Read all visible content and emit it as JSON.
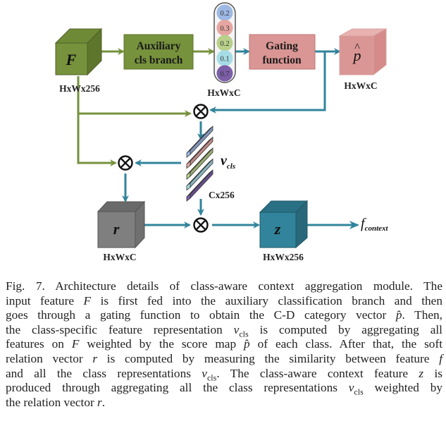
{
  "diagram": {
    "nodes": {
      "F": {
        "symbol": "F",
        "dim": "HxWx256"
      },
      "aux": {
        "line1": "Auxiliary",
        "line2": "cls branch"
      },
      "score_vector": {
        "values": [
          "0.2",
          "0.3",
          "0.2",
          "0.1",
          "0.7"
        ],
        "dim": "HxWxC"
      },
      "gating": {
        "line1": "Gating",
        "line2": "function"
      },
      "p_hat": {
        "symbol": "p",
        "accent": "^",
        "dim": "HxWxC"
      },
      "v_cls": {
        "symbol": "v",
        "subscript": "cls",
        "dim": "Cx256"
      },
      "r": {
        "symbol": "r",
        "dim": "HxWxC"
      },
      "z": {
        "symbol": "z",
        "dim": "HxWx256"
      },
      "f_context": {
        "symbol": "f",
        "subscript": "context"
      }
    },
    "operators": {
      "multiply_symbol": "⊗"
    },
    "colors": {
      "green": "#76923c",
      "green_dark": "#4f6228",
      "teal": "#31849b",
      "teal_dark": "#205867",
      "pink": "#da9694",
      "gray": "#7f7f7f",
      "slot_colors": [
        "#9db8e4",
        "#e6a5a0",
        "#b8d08a",
        "#a6dce6",
        "#7b5ea7"
      ]
    }
  },
  "caption": {
    "label": "Fig. 7.",
    "lines": [
      [
        "Fig. 7.   Architecture details of class-aware context aggregation module. The"
      ],
      [
        "input feature ",
        {
          "i": "F"
        },
        " is first fed into the auxiliary classification branch and then"
      ],
      [
        "goes through a gating function to obtain the C-D category vector ",
        {
          "i": "p̂"
        },
        ". Then,"
      ],
      [
        "the class-specific feature representation ",
        {
          "i": "v"
        },
        {
          "sub": "cls"
        },
        " is computed by aggregating all"
      ],
      [
        "features on ",
        {
          "i": "F"
        },
        " weighted by the score map ",
        {
          "i": "p̂"
        },
        " of each class. After that, the soft"
      ],
      [
        "relation vector ",
        {
          "i": "r"
        },
        " is computed by measuring the similarity between feature ",
        {
          "i": "f"
        }
      ],
      [
        "and all the class representations ",
        {
          "i": "v"
        },
        {
          "sub": "cls"
        },
        ". The class-aware context feature ",
        {
          "i": "z"
        },
        " is"
      ],
      [
        "produced through aggregating all the class representations ",
        {
          "i": "v"
        },
        {
          "sub": "cls"
        },
        " weighted by"
      ],
      [
        "the relation vector ",
        {
          "i": "r"
        },
        "."
      ]
    ]
  }
}
